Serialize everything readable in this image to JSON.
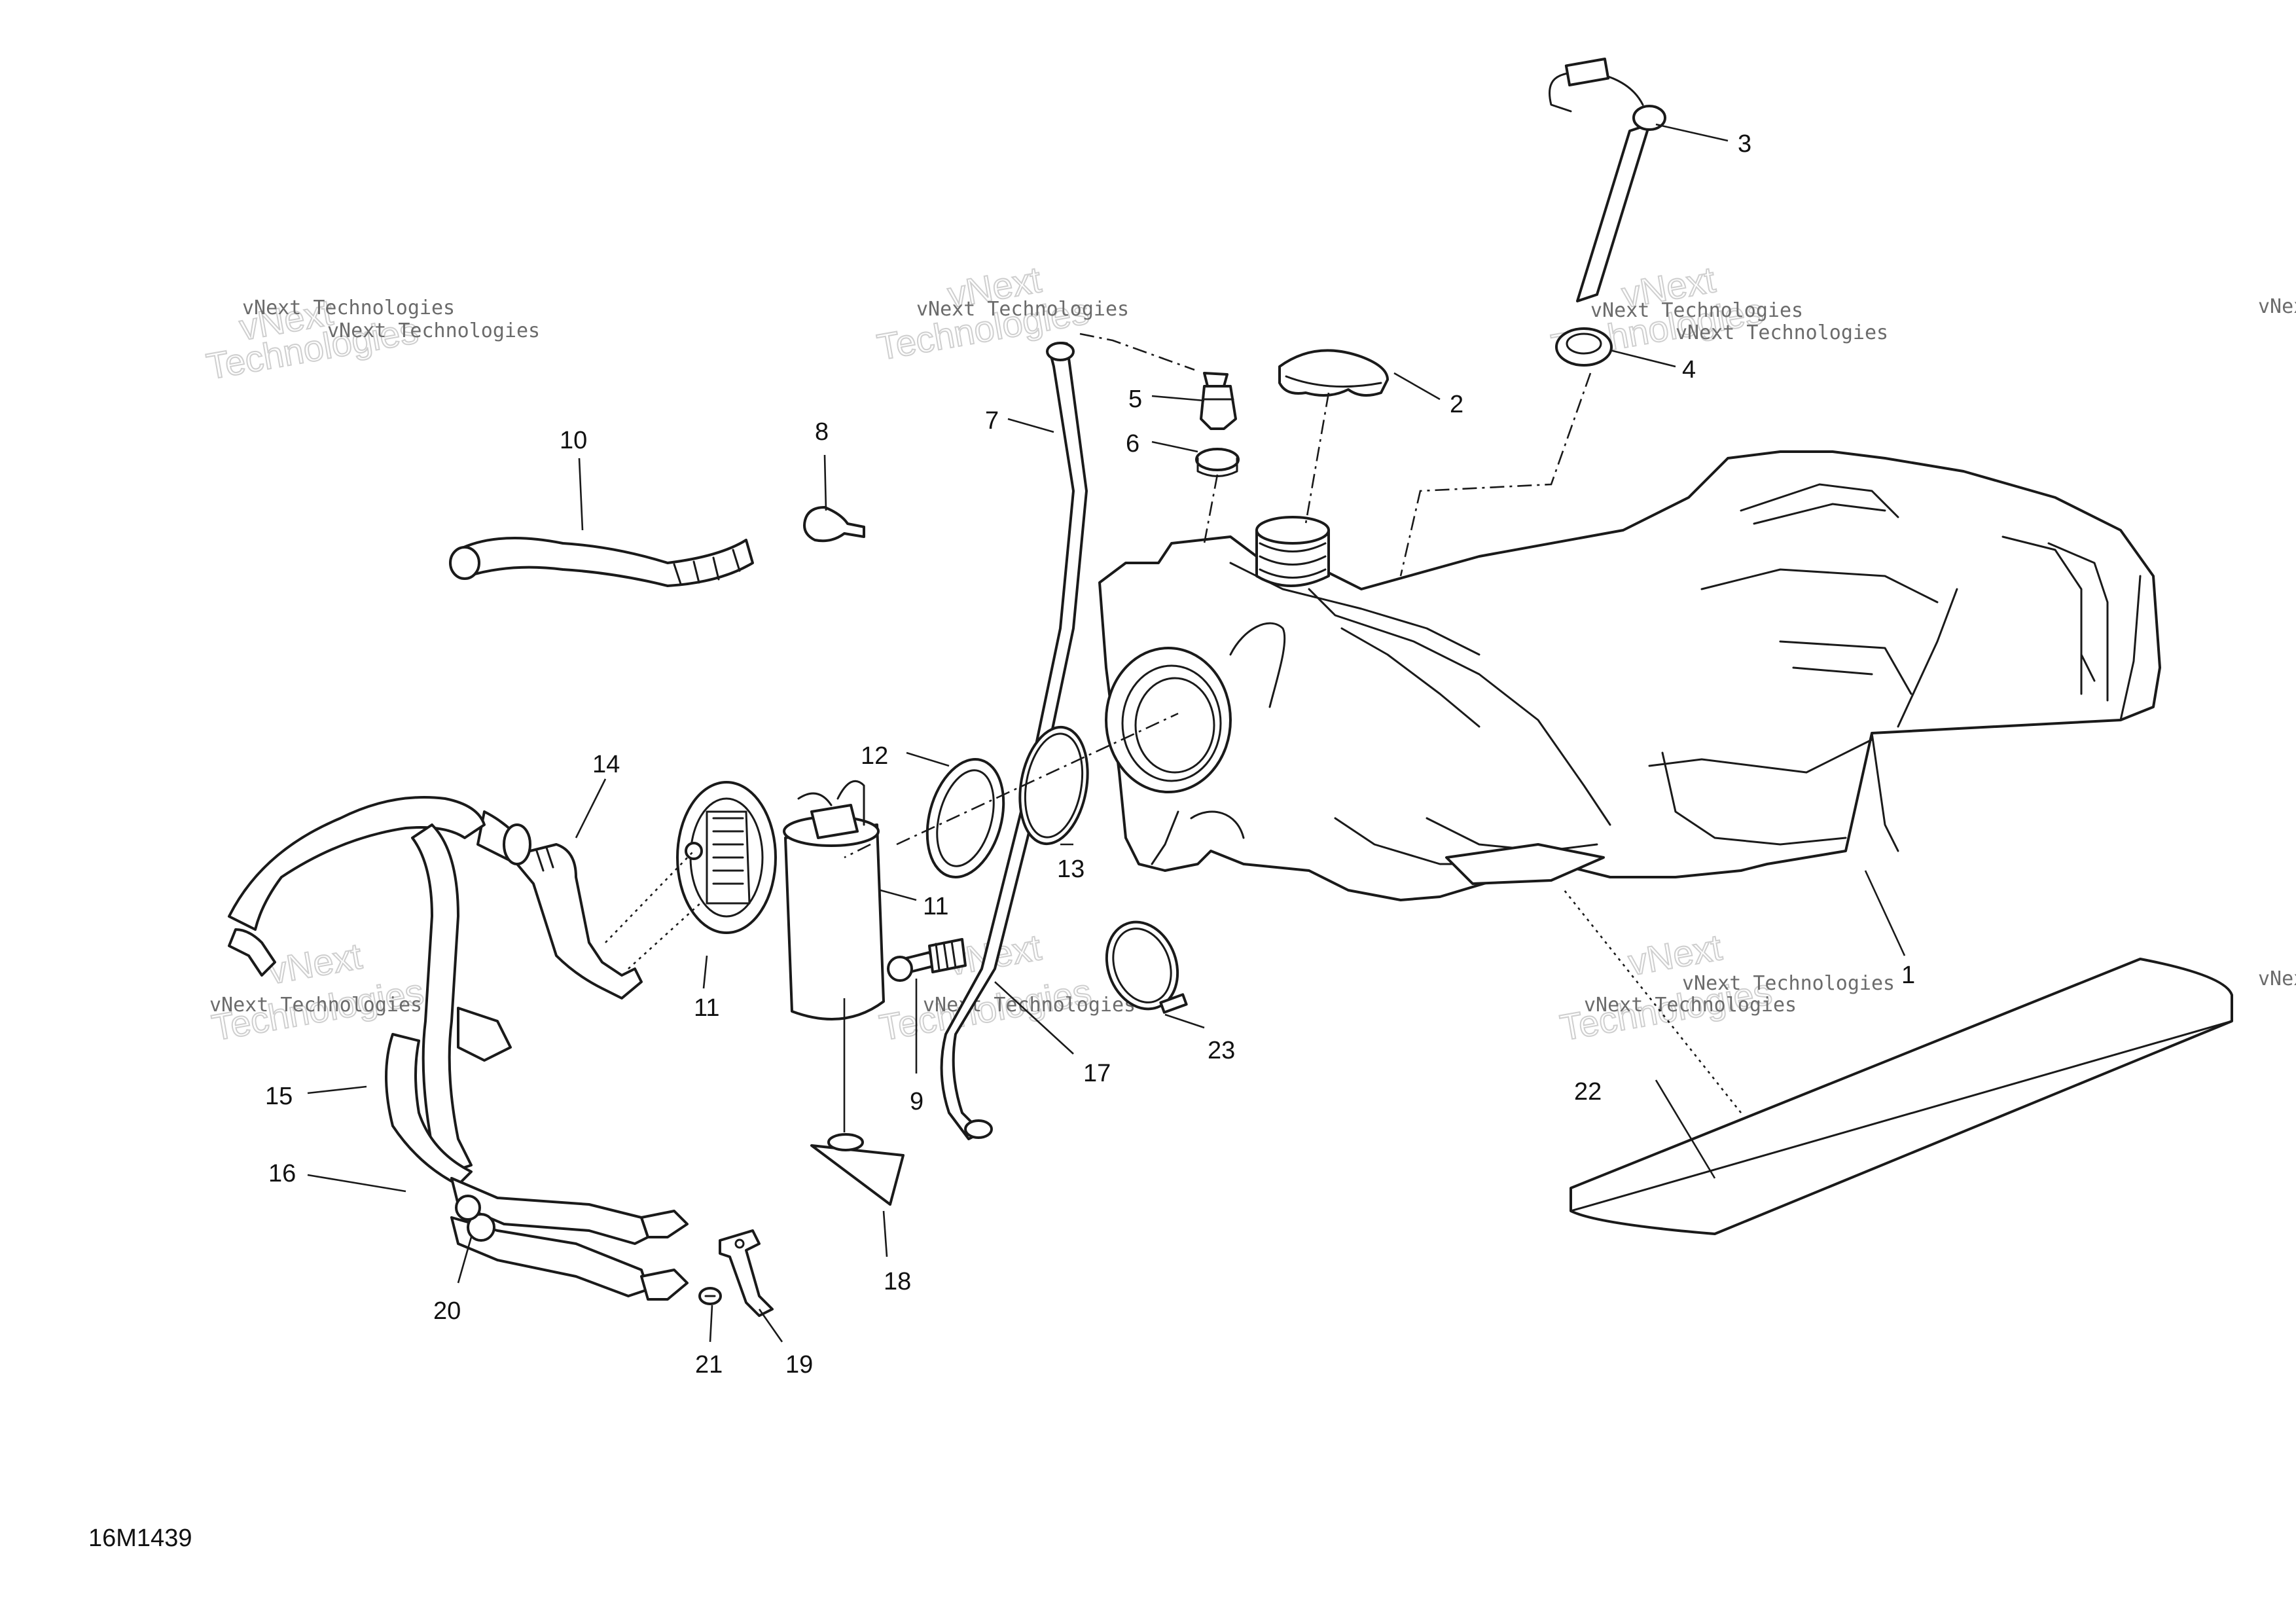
{
  "diagram": {
    "reference_code": "16M1439",
    "watermark": {
      "line1": "vNext Technologies",
      "line2": "vNext",
      "line3": "Technologies"
    },
    "callouts": [
      {
        "id": "1",
        "label": "1"
      },
      {
        "id": "2",
        "label": "2"
      },
      {
        "id": "3",
        "label": "3"
      },
      {
        "id": "4",
        "label": "4"
      },
      {
        "id": "5",
        "label": "5"
      },
      {
        "id": "6",
        "label": "6"
      },
      {
        "id": "7",
        "label": "7"
      },
      {
        "id": "8",
        "label": "8"
      },
      {
        "id": "9",
        "label": "9"
      },
      {
        "id": "10",
        "label": "10"
      },
      {
        "id": "11a",
        "label": "11"
      },
      {
        "id": "11b",
        "label": "11"
      },
      {
        "id": "12",
        "label": "12"
      },
      {
        "id": "13",
        "label": "13"
      },
      {
        "id": "14",
        "label": "14"
      },
      {
        "id": "15",
        "label": "15"
      },
      {
        "id": "16",
        "label": "16"
      },
      {
        "id": "17",
        "label": "17"
      },
      {
        "id": "18",
        "label": "18"
      },
      {
        "id": "19",
        "label": "19"
      },
      {
        "id": "20",
        "label": "20"
      },
      {
        "id": "21",
        "label": "21"
      },
      {
        "id": "22",
        "label": "22"
      },
      {
        "id": "23",
        "label": "23"
      }
    ]
  }
}
